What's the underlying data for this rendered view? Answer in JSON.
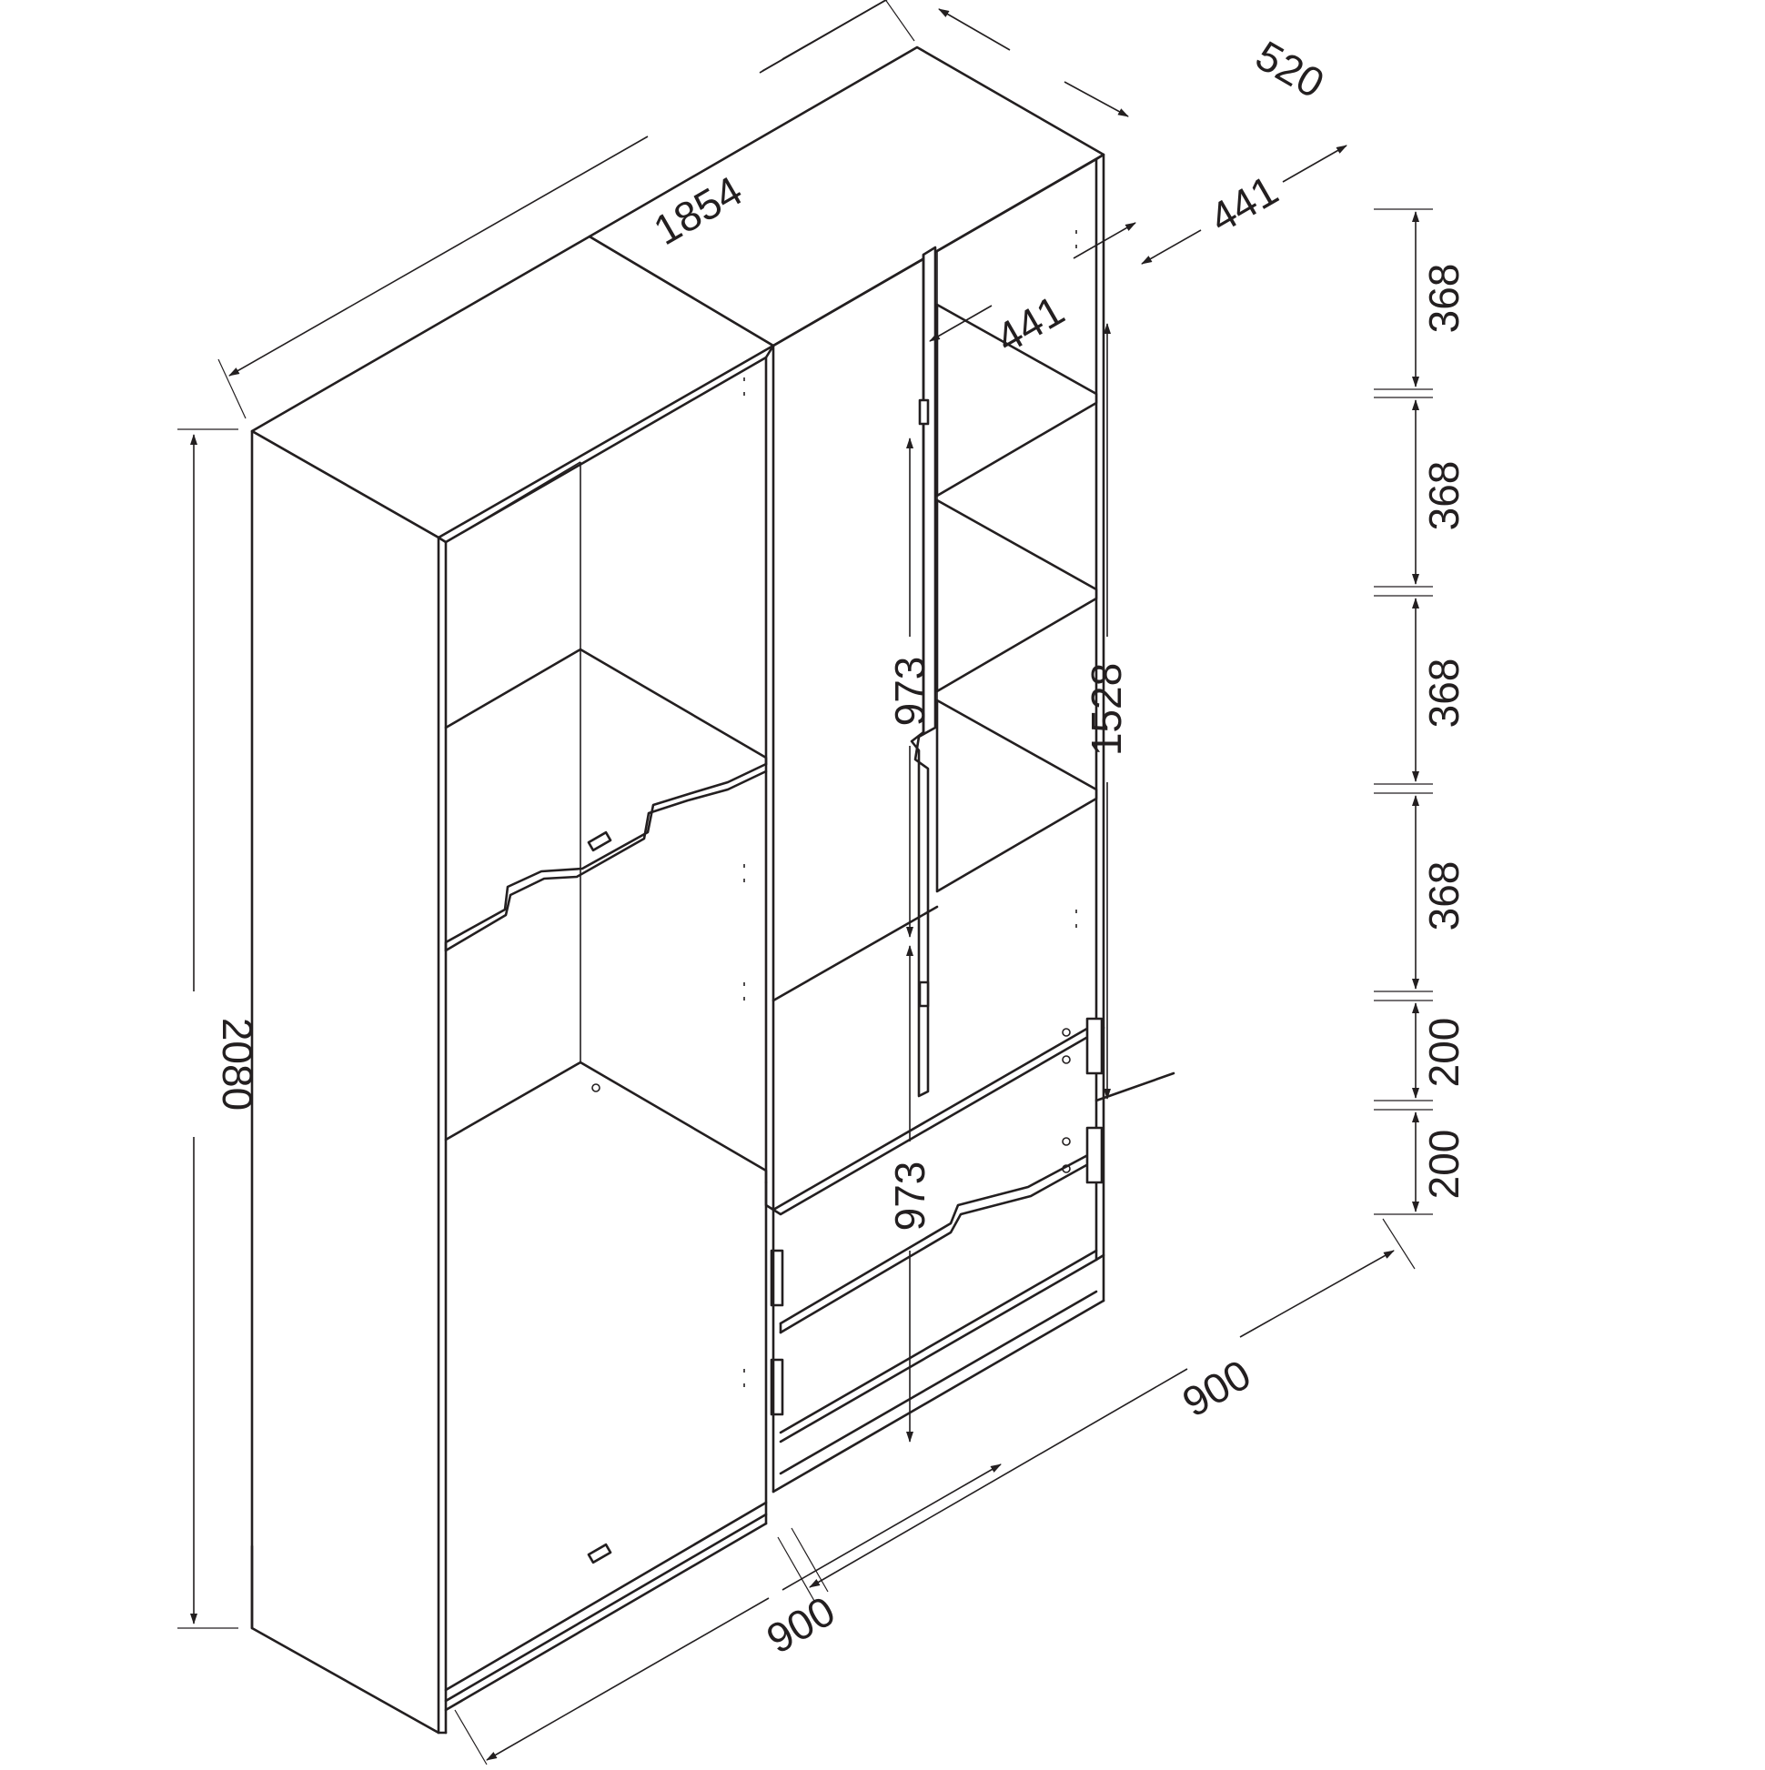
{
  "dimensions": {
    "overall_width": "1854",
    "depth": "520",
    "height": "2080",
    "left_unit_width": "900",
    "right_unit_width": "900",
    "door_width_left": "441",
    "door_width_right": "441",
    "door_height": "1528",
    "upper_compartment": "973",
    "lower_compartment": "973",
    "shelf_1": "368",
    "shelf_2": "368",
    "shelf_3": "368",
    "shelf_4": "368",
    "drawer_1": "200",
    "drawer_2": "200"
  },
  "colors": {
    "line": "#231f20",
    "background": "#ffffff"
  }
}
